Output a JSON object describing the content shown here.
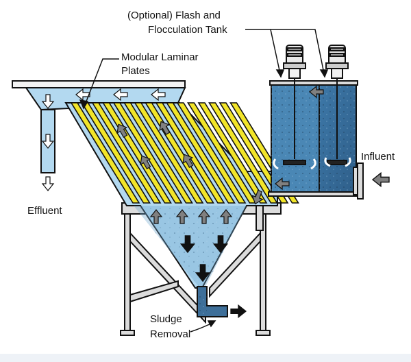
{
  "labels": {
    "flash_line1": "(Optional) Flash and",
    "flash_line2": "Flocculation Tank",
    "plates_line1": "Modular Laminar",
    "plates_line2": "Plates",
    "influent": "Influent",
    "effluent": "Effluent",
    "sludge_line1": "Sludge",
    "sludge_line2": "Removal"
  },
  "colors": {
    "water": "#b3d9f0",
    "water_dark": "#5d97bf",
    "flash_tank": "#4a87b5",
    "floc_tank": "#3a6f9c",
    "plate_yellow": "#f2e529",
    "outline": "#111111",
    "frame": "#dcdcdc",
    "arrow_gray": "#808080",
    "arrow_white": "#ffffff"
  }
}
